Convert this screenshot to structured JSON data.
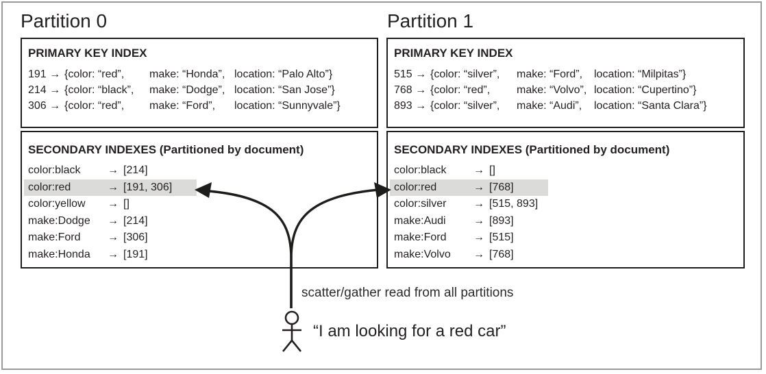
{
  "colors": {
    "box_border": "#1d1d1b",
    "outer_frame": "#9a9a9a",
    "highlight_row": "#dbdbd9",
    "text": "#231f20"
  },
  "partitions": [
    {
      "title": "Partition 0",
      "primary": {
        "header": "PRIMARY KEY INDEX",
        "rows": [
          {
            "key": "191",
            "arrow": "→",
            "doc_color": "{color: “red”,",
            "doc_make": "make: “Honda”,",
            "doc_location": "location: “Palo Alto”}"
          },
          {
            "key": "214",
            "arrow": "→",
            "doc_color": "{color: “black”,",
            "doc_make": "make: “Dodge”,",
            "doc_location": "location: “San Jose”}"
          },
          {
            "key": "306",
            "arrow": "→",
            "doc_color": "{color: “red”,",
            "doc_make": "make: “Ford”,",
            "doc_location": "location: “Sunnyvale”}"
          }
        ]
      },
      "secondary": {
        "header": "SECONDARY INDEXES (Partitioned by document)",
        "rows": [
          {
            "term": "color:black",
            "arrow": "→",
            "ids": "[214]",
            "highlighted": false
          },
          {
            "term": "color:red",
            "arrow": "→",
            "ids": "[191, 306]",
            "highlighted": true
          },
          {
            "term": "color:yellow",
            "arrow": "→",
            "ids": "[]",
            "highlighted": false
          },
          {
            "term": "make:Dodge",
            "arrow": "→",
            "ids": "[214]",
            "highlighted": false
          },
          {
            "term": "make:Ford",
            "arrow": "→",
            "ids": "[306]",
            "highlighted": false
          },
          {
            "term": "make:Honda",
            "arrow": "→",
            "ids": "[191]",
            "highlighted": false
          }
        ]
      }
    },
    {
      "title": "Partition 1",
      "primary": {
        "header": "PRIMARY KEY INDEX",
        "rows": [
          {
            "key": "515",
            "arrow": "→",
            "doc_color": "{color: “silver”,",
            "doc_make": "make: “Ford”,",
            "doc_location": "location: “Milpitas”}"
          },
          {
            "key": "768",
            "arrow": "→",
            "doc_color": "{color: “red”,",
            "doc_make": "make: “Volvo”,",
            "doc_location": "location: “Cupertino”}"
          },
          {
            "key": "893",
            "arrow": "→",
            "doc_color": "{color: “silver”,",
            "doc_make": "make: “Audi”,",
            "doc_location": "location: “Santa Clara”}"
          }
        ]
      },
      "secondary": {
        "header": "SECONDARY INDEXES (Partitioned by document)",
        "rows": [
          {
            "term": "color:black",
            "arrow": "→",
            "ids": "[]",
            "highlighted": false
          },
          {
            "term": "color:red",
            "arrow": "→",
            "ids": "[768]",
            "highlighted": true
          },
          {
            "term": "color:silver",
            "arrow": "→",
            "ids": "[515, 893]",
            "highlighted": false
          },
          {
            "term": "make:Audi",
            "arrow": "→",
            "ids": "[893]",
            "highlighted": false
          },
          {
            "term": "make:Ford",
            "arrow": "→",
            "ids": "[515]",
            "highlighted": false
          },
          {
            "term": "make:Volvo",
            "arrow": "→",
            "ids": "[768]",
            "highlighted": false
          }
        ]
      }
    }
  ],
  "annotation": {
    "scatter_label": "scatter/gather read from all partitions",
    "query_label": "“I am looking for a red car”"
  }
}
